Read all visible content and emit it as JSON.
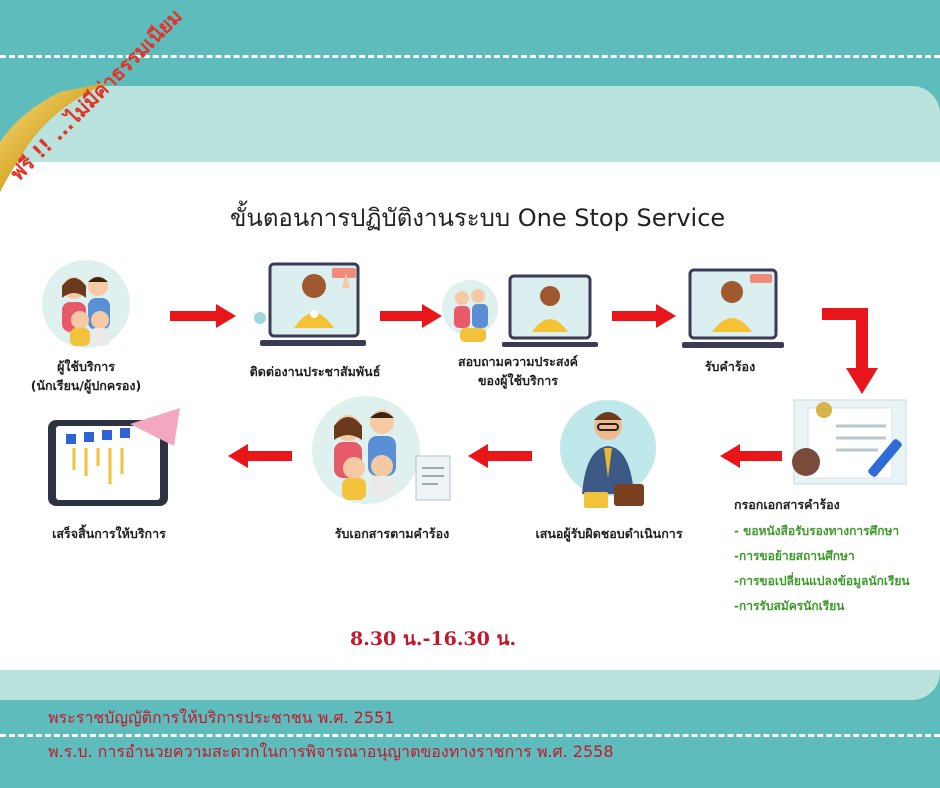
{
  "banner": {
    "free_text": "ฟรี !! ...ไม่มีค่าธรรมเนียม"
  },
  "title": "ขั้นตอนการปฏิบัติงานระบบ  One Stop Service",
  "steps": [
    {
      "line1": "ผู้ใช้บริการ",
      "line2": "(นักเรียน/ผู้ปกครอง)"
    },
    {
      "line1": "ติดต่องานประชาสัมพันธ์"
    },
    {
      "line1": "สอบถามความประสงค์",
      "line2": "ของผู้ใช้บริการ"
    },
    {
      "line1": "รับคำร้อง"
    },
    {
      "line1": "เสนอผู้รับผิดชอบดำเนินการ"
    },
    {
      "line1": "รับเอกสารตามคำร้อง"
    },
    {
      "line1": "เสร็จสิ้นการให้บริการ"
    }
  ],
  "documents": {
    "title": "กรอกเอกสารคำร้อง",
    "items": [
      "- ขอหนังสือรับรองทางการศึกษา",
      "-การขอย้ายสถานศึกษา",
      "-การขอเปลี่ยนแปลงข้อมูลนักเรียน",
      "-การรับสมัครนักเรียน"
    ]
  },
  "hours": "8.30 น.-16.30 น.",
  "laws": [
    "พระราชบัญญัติการให้บริการประชาชน พ.ศ. 2551",
    "พ.ร.บ. การอำนวยความสะดวกในการพิจารณาอนุญาตของทางราชการ พ.ศ. 2558"
  ],
  "colors": {
    "arrow": "#e8151b",
    "background": "#5fbcbc",
    "panel": "#b9e3dc",
    "law_text": "#c3172b",
    "doc_items": "#3e9a2a"
  }
}
